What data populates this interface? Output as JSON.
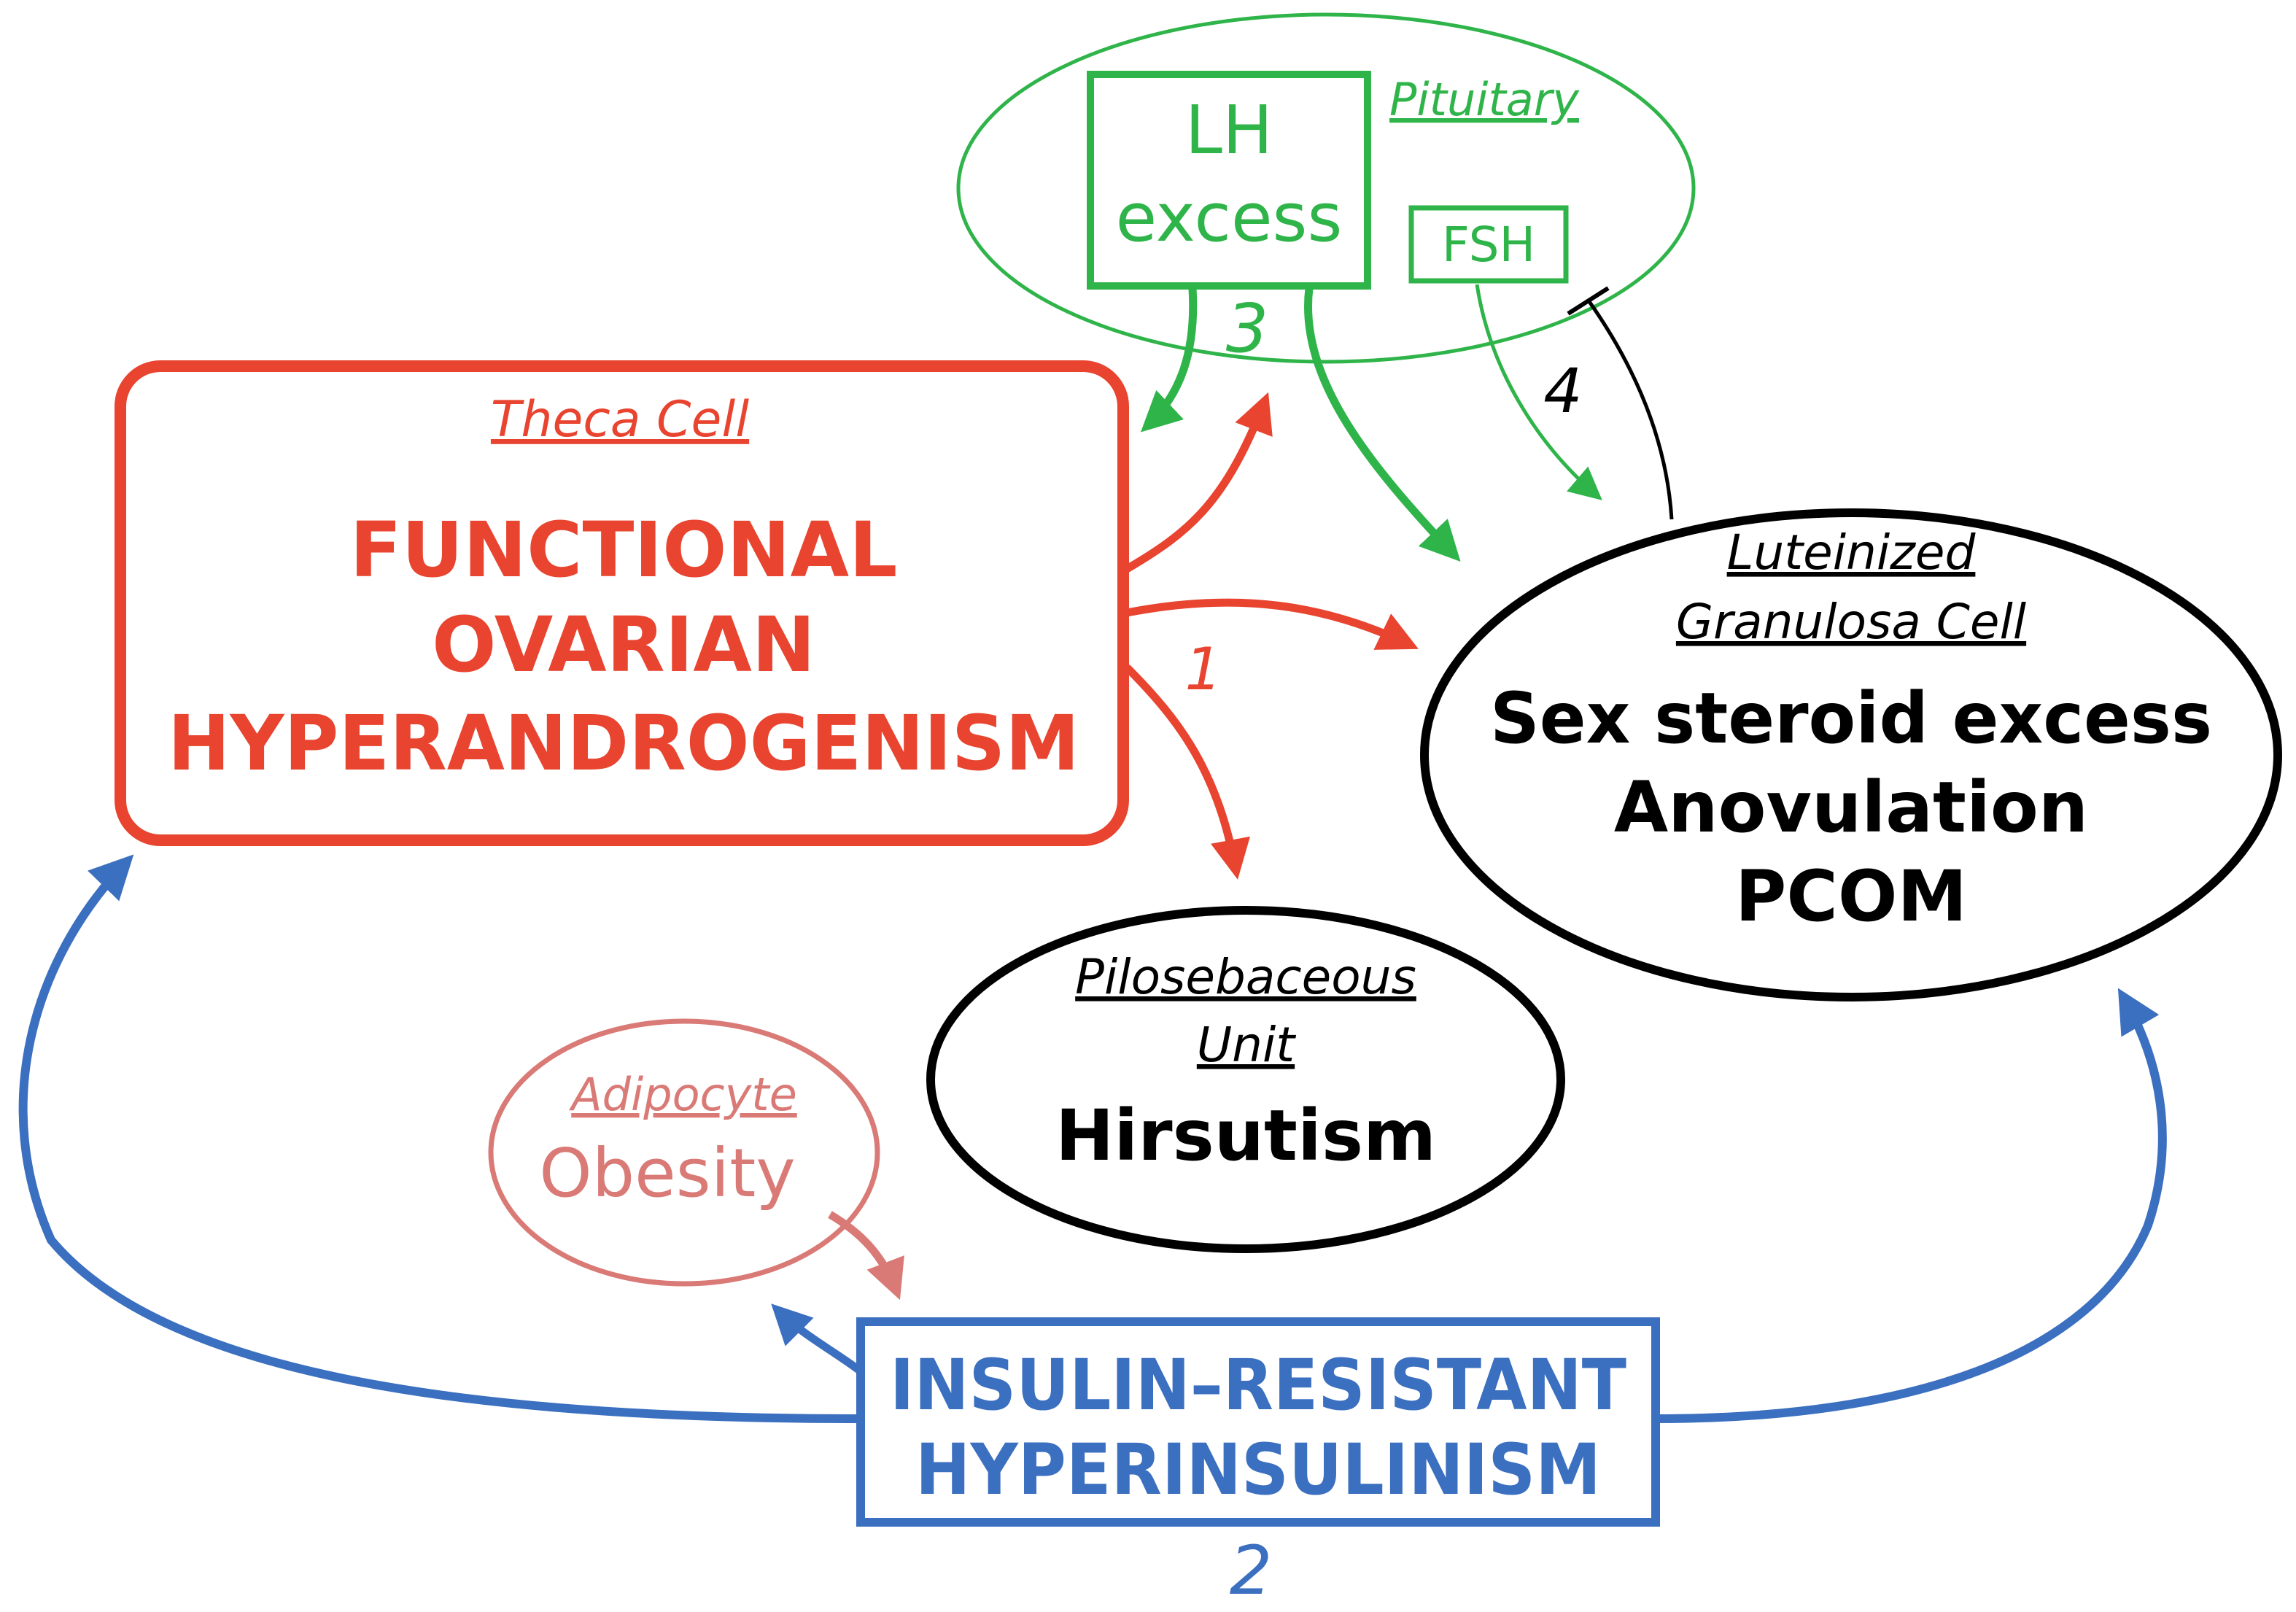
{
  "colors": {
    "theca": "#e8442f",
    "pituitary": "#2fb44a",
    "insulin": "#3b6fbf",
    "adipocyte": "#d97a76",
    "black": "#000000"
  },
  "theca": {
    "label": "Theca Cell",
    "line1": "FUNCTIONAL",
    "line2": "OVARIAN",
    "line3": "HYPERANDROGENISM"
  },
  "pituitary": {
    "label": "Pituitary",
    "lh_line1": "LH",
    "lh_line2": "excess",
    "fsh": "FSH"
  },
  "granulosa": {
    "label_line1": "Luteinized",
    "label_line2": "Granulosa Cell",
    "line1": "Sex steroid excess",
    "line2": "Anovulation",
    "line3": "PCOM"
  },
  "pilosebaceous": {
    "label_line1": "Pilosebaceous",
    "label_line2": "Unit",
    "main": "Hirsutism"
  },
  "adipocyte": {
    "label": "Adipocyte",
    "main": "Obesity"
  },
  "insulin": {
    "line1": "INSULIN–RESISTANT",
    "line2": "HYPERINSULINISM"
  },
  "numbers": {
    "n1": "1",
    "n2": "2",
    "n3": "3",
    "n4": "4"
  }
}
